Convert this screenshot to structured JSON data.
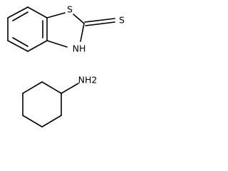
{
  "molecules": [
    {
      "atoms": [
        {
          "key": "sulfur_ring",
          "label": "S"
        },
        {
          "key": "sulfur_thione",
          "label": "S"
        },
        {
          "key": "nitrogen_ring",
          "label": "NH"
        }
      ]
    },
    {
      "atoms": [
        {
          "key": "amine",
          "label": "NH2"
        }
      ]
    }
  ],
  "colors": {
    "bond": "#000000",
    "text": "#000000",
    "background": "#ffffff"
  }
}
